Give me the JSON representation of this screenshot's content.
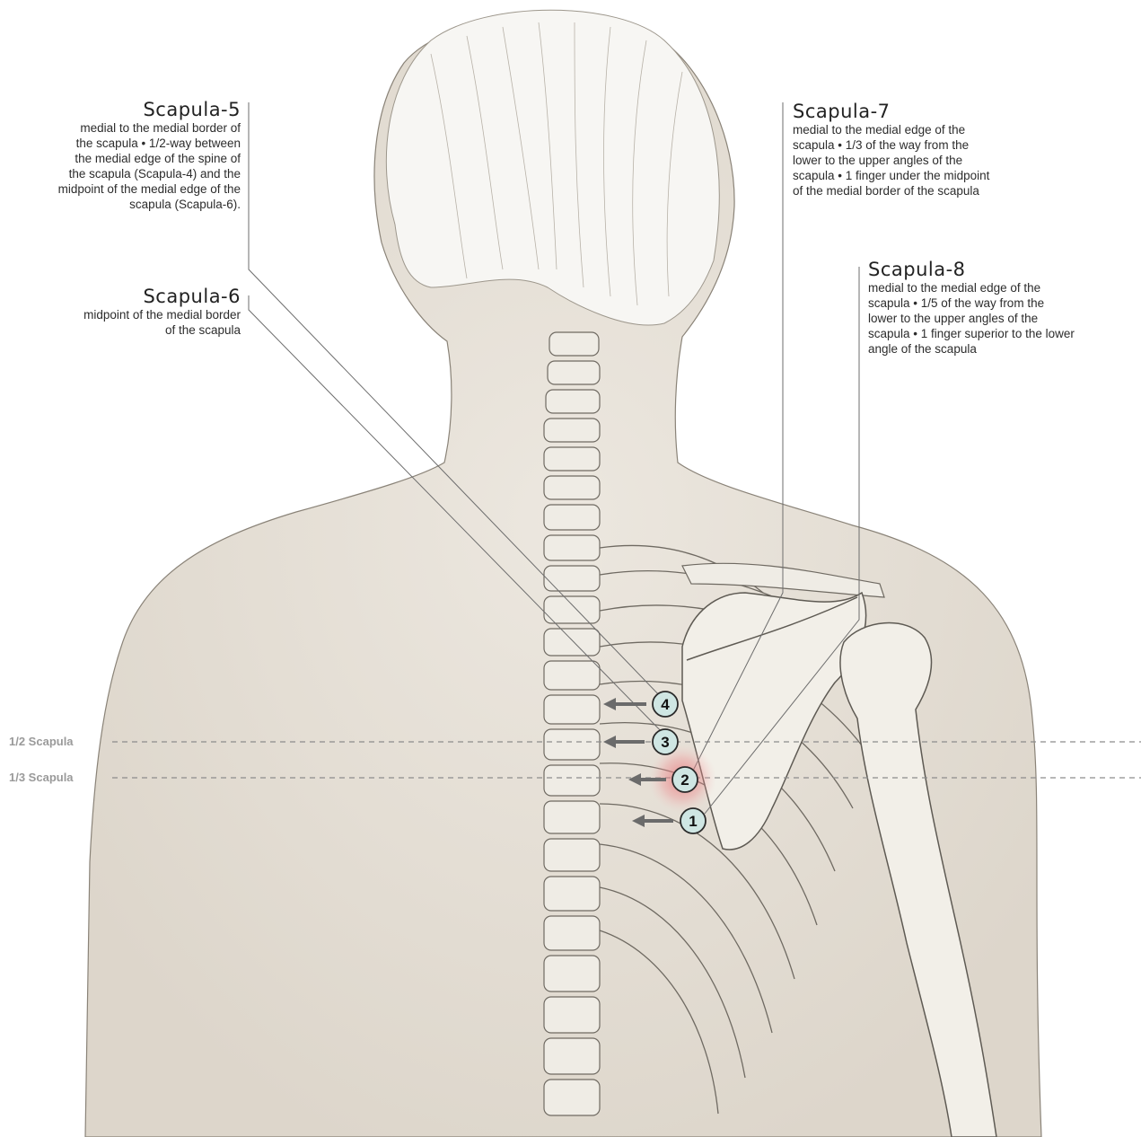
{
  "labels": {
    "scapula5": {
      "title": "Scapula-5",
      "lines": [
        "medial to the medial border of",
        "the scapula • 1/2-way between",
        "the medial edge of the spine of",
        "the scapula (Scapula-4) and the",
        "midpoint of the medial edge of the",
        "scapula (Scapula-6)."
      ]
    },
    "scapula6": {
      "title": "Scapula-6",
      "lines": [
        "midpoint of the medial border",
        "of the scapula"
      ]
    },
    "scapula7": {
      "title": "Scapula-7",
      "lines": [
        "medial to the medial edge of the",
        "scapula • 1/3 of the way from the",
        "lower to the upper angles of the",
        "scapula • 1 finger under the midpoint",
        "of the medial border of the scapula"
      ]
    },
    "scapula8": {
      "title": "Scapula-8",
      "lines": [
        "medial to the medial edge of the",
        "scapula • 1/5 of the way from the",
        "lower to the upper angles of the",
        "scapula • 1 finger superior to the lower",
        "angle of the scapula"
      ]
    }
  },
  "levels": {
    "half": "1/2 Scapula",
    "third": "1/3 Scapula"
  },
  "points": [
    "1",
    "2",
    "3",
    "4"
  ],
  "colors": {
    "point_fill": "#cfe6e3",
    "highlight": "#e8636a",
    "skin": "#e9e4dc",
    "bone": "#f1efe9",
    "outline": "#5a5a5a"
  }
}
